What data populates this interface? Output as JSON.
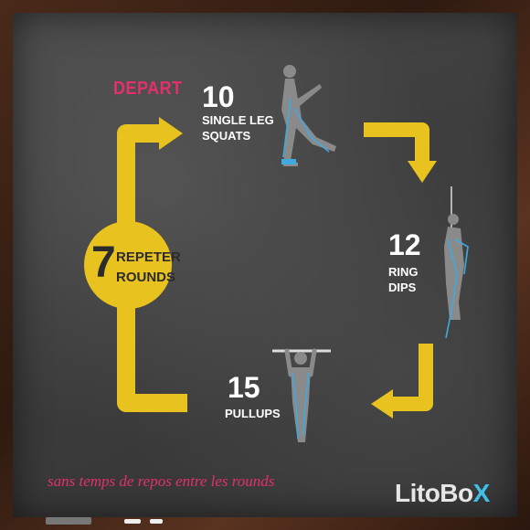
{
  "start_label": "DEPART",
  "steps": [
    {
      "reps": "10",
      "line1": "SINGLE LEG",
      "line2": "SQUATS",
      "figure_icon": "single-leg-squat-figure"
    },
    {
      "reps": "12",
      "line1": "RING",
      "line2": "DIPS",
      "figure_icon": "ring-dip-figure"
    },
    {
      "reps": "15",
      "line1": "PULLUPS",
      "figure_icon": "pullup-figure"
    }
  ],
  "rounds": {
    "count": "7",
    "line1": "REPETER",
    "line2": "ROUNDS"
  },
  "footer": "sans temps de repos entre les rounds",
  "brand": {
    "main": "LitoBo",
    "accent": "X"
  },
  "colors": {
    "arrow": "#e8c21e",
    "accent_pink": "#e2306e",
    "brand_blue": "#3fc0e8",
    "board": "#3c3c3c",
    "frame": "#3a2214"
  }
}
